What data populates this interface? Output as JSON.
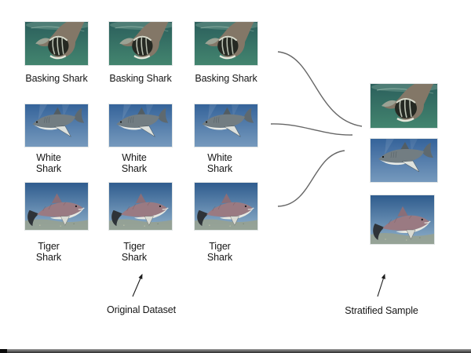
{
  "diagram": {
    "left_caption": "Original Dataset",
    "right_caption": "Stratified Sample",
    "rows": [
      {
        "species": "Basking Shark",
        "line1": "Basking Shark",
        "line2": ""
      },
      {
        "species": "White Shark",
        "line1": "White",
        "line2": "Shark"
      },
      {
        "species": "Tiger Shark",
        "line1": "Tiger",
        "line2": "Shark"
      }
    ],
    "copies_per_row": 3,
    "sample_items": [
      "Basking Shark",
      "White Shark",
      "Tiger Shark"
    ]
  },
  "colors": {
    "basking_water": "#3a7268",
    "white_shark_water": "#4a79ab",
    "tiger_shark_water": "#3f6e9e",
    "connector_line": "#666666",
    "arrow": "#1c1c1c",
    "text": "#161616",
    "progress_bar": "#3a3a3a"
  }
}
